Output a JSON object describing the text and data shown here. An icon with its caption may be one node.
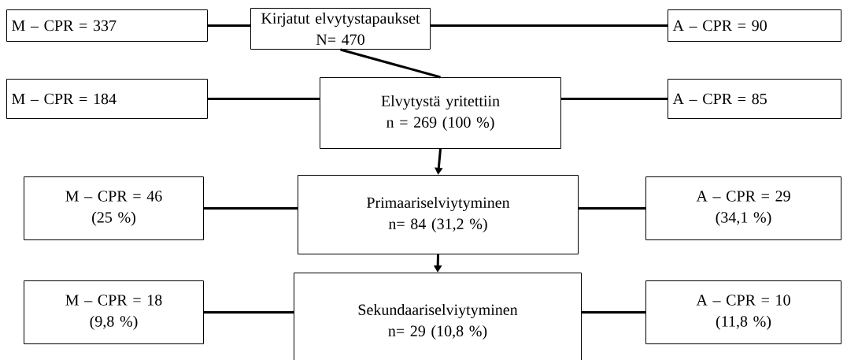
{
  "diagram": {
    "nodes": [
      {
        "text": [
          "M – CPR =  337"
        ]
      },
      {
        "text": [
          "Kirjatut elvytystapaukset N= 470"
        ]
      },
      {
        "text": [
          "A – CPR =  90"
        ]
      },
      {
        "text": [
          "M – CPR =  184"
        ]
      },
      {
        "text": [
          "Elvytystä yritettiin",
          "n = 269 (100 %)"
        ]
      },
      {
        "text": [
          "A – CPR =  85"
        ]
      },
      {
        "text": [
          "M – CPR =  46",
          "(25 %)"
        ]
      },
      {
        "text": [
          "Primaariselviytyminen",
          "n= 84 (31,2 %)"
        ]
      },
      {
        "text": [
          "A – CPR =  29",
          "(34,1 %)"
        ]
      },
      {
        "text": [
          "M – CPR =  18",
          "(9,8 %)"
        ]
      },
      {
        "text": [
          "Sekundaariselviytyminen",
          "n= 29 (10,8 %)"
        ]
      },
      {
        "text": [
          "A – CPR =  10",
          "(11,8 %)"
        ]
      }
    ],
    "edges": [
      {
        "from": 0,
        "to": 1,
        "arrow": "none"
      },
      {
        "from": 1,
        "to": 2,
        "arrow": "none"
      },
      {
        "from": 1,
        "to": 4,
        "arrow": "none"
      },
      {
        "from": 3,
        "to": 4,
        "arrow": "none"
      },
      {
        "from": 4,
        "to": 5,
        "arrow": "none"
      },
      {
        "from": 4,
        "to": 7,
        "arrow": "to"
      },
      {
        "from": 6,
        "to": 7,
        "arrow": "none"
      },
      {
        "from": 7,
        "to": 8,
        "arrow": "none"
      },
      {
        "from": 7,
        "to": 10,
        "arrow": "to"
      },
      {
        "from": 9,
        "to": 10,
        "arrow": "none"
      },
      {
        "from": 10,
        "to": 11,
        "arrow": "none"
      }
    ]
  }
}
